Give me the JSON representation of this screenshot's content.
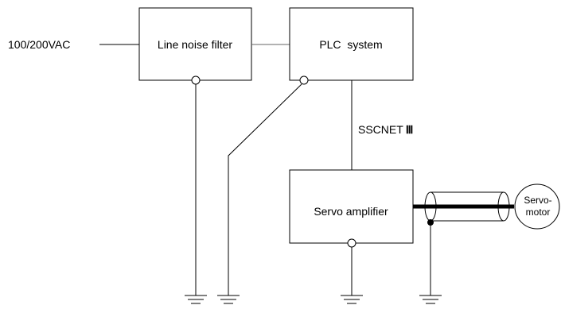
{
  "diagram": {
    "input_label": "100/200VAC",
    "line_noise_filter": "Line noise filter",
    "plc_system": "PLC  system",
    "sscnet_label": "SSCNET",
    "sscnet_suffix": "Ⅲ",
    "servo_amplifier": "Servo amplifier",
    "servo_motor_line1": "Servo-",
    "servo_motor_line2": "motor"
  }
}
